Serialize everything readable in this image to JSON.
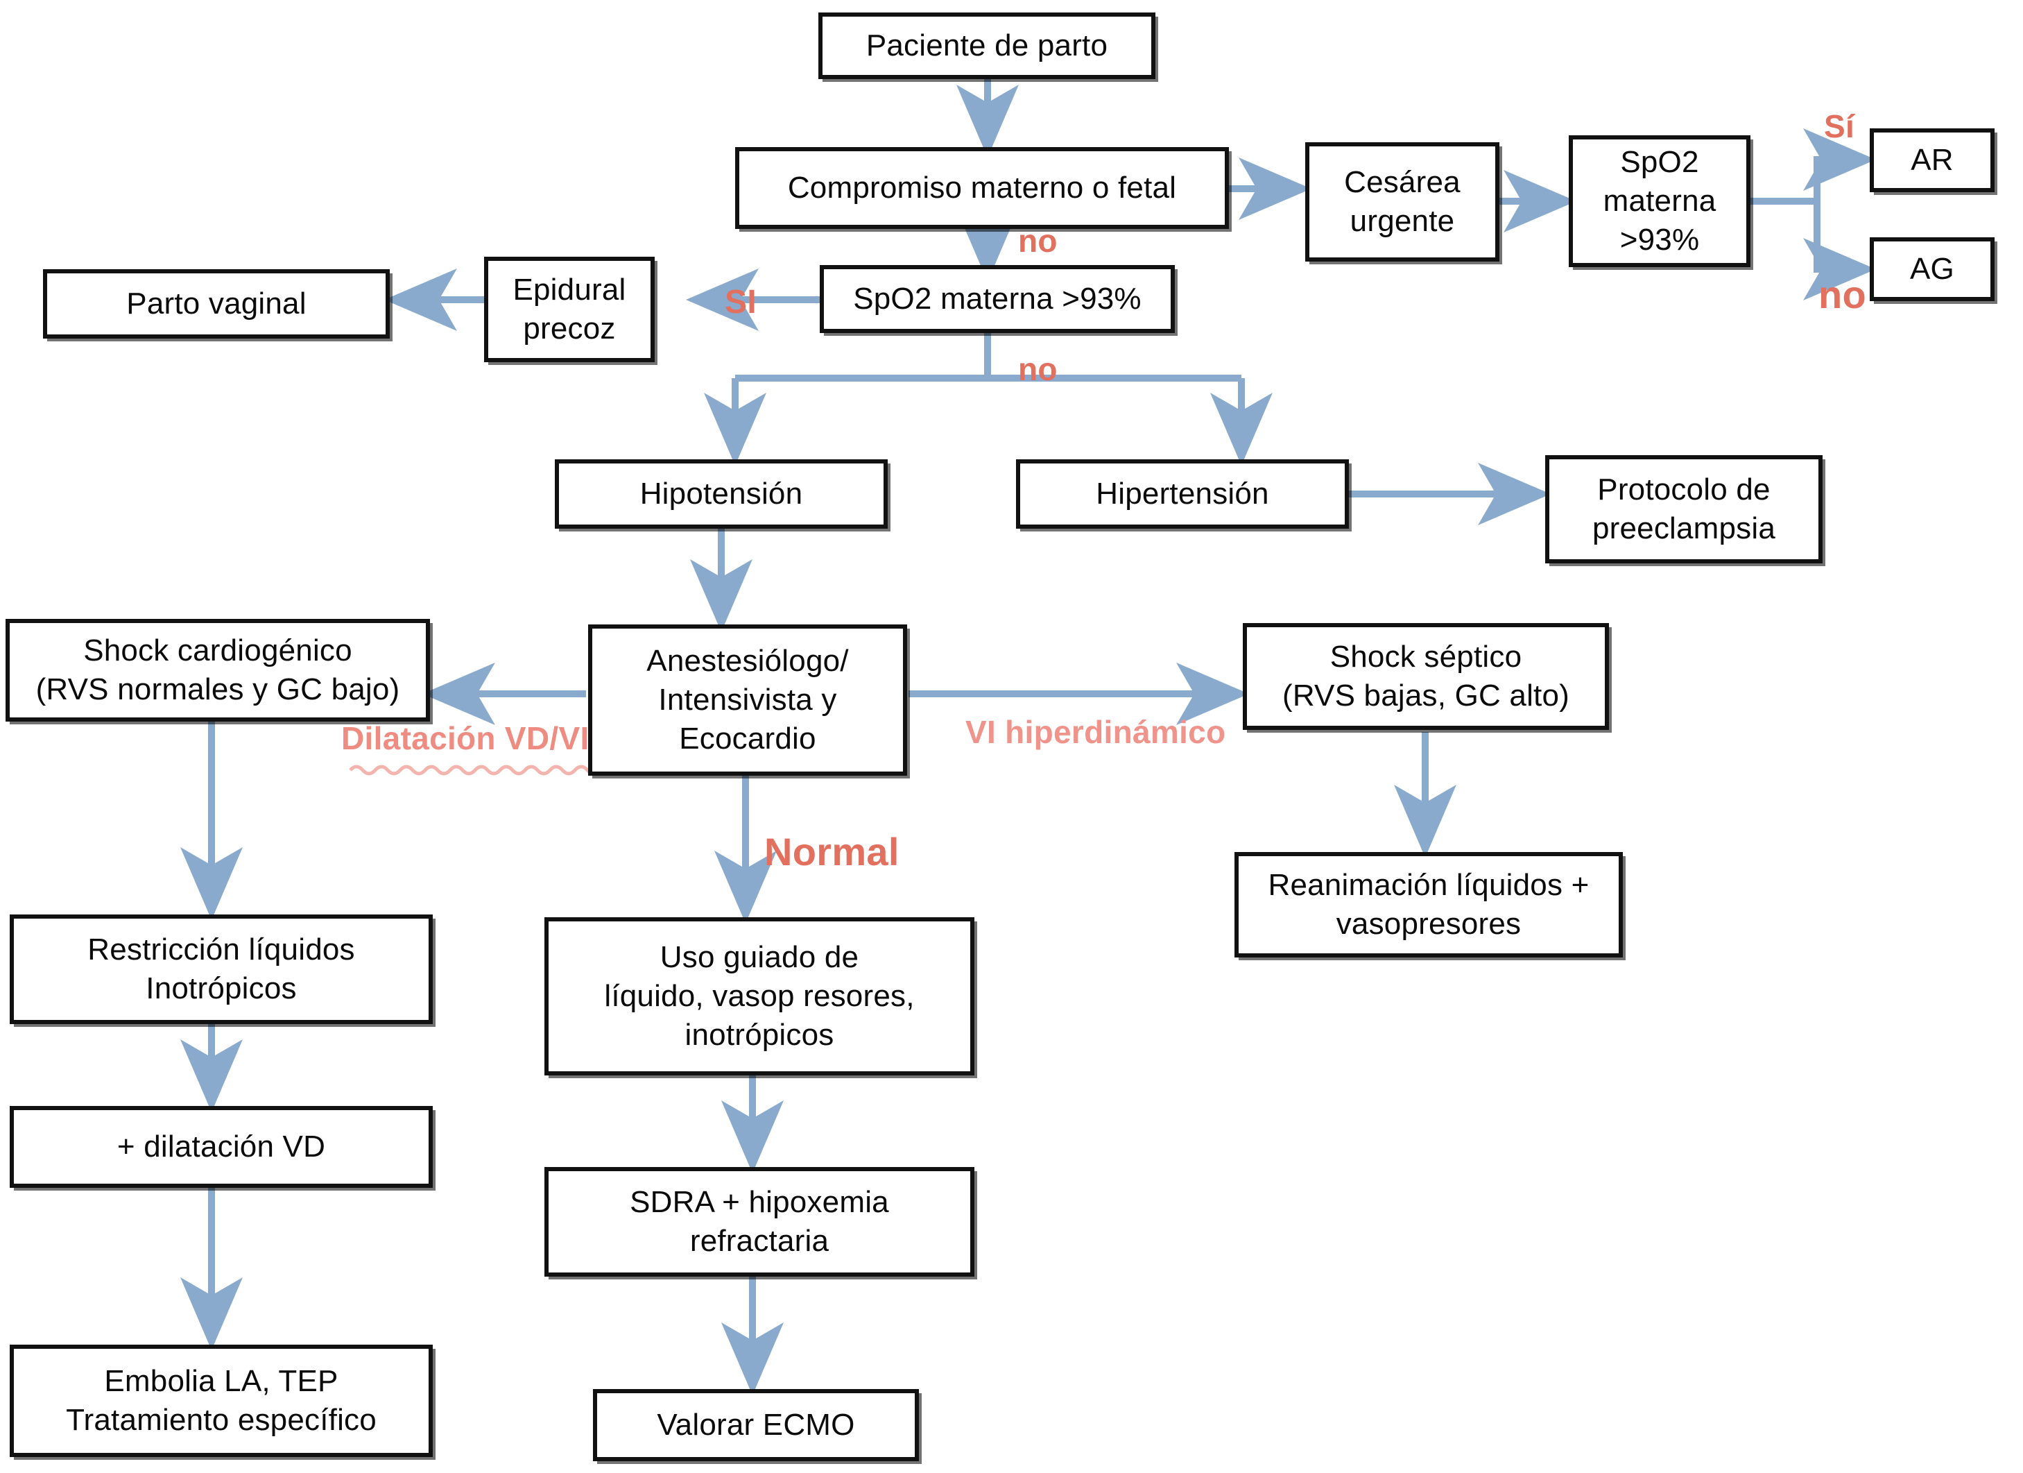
{
  "diagram": {
    "title": "Algoritmo de manejo de la paciente de parto",
    "accent_arrow_color": "#8aaacd",
    "label_color": "#e2705f",
    "box_border_color": "#111111",
    "background": "#ffffff"
  },
  "nodes": {
    "paciente_parto": "Paciente de parto",
    "compromiso": "Compromiso materno o fetal",
    "cesarea": "Cesárea\nurgente",
    "spo2_cesarea": "SpO2\nmaterna\n>93%",
    "ar": "AR",
    "ag": "AG",
    "spo2_materna": "SpO2 materna >93%",
    "epidural": "Epidural\nprecoz",
    "parto_vaginal": "Parto vaginal",
    "hipotension": "Hipotensión",
    "hipertension": "Hipertensión",
    "preeclampsia": "Protocolo de\npreeclampsia",
    "shock_cardiogenico": "Shock cardiogénico\n(RVS normales y GC bajo)",
    "anestesiologo": "Anestesiólogo/\nIntensivista y\nEcocardio",
    "shock_septico": "Shock séptico\n(RVS bajas, GC alto)",
    "reanimacion": "Reanimación líquidos +\nvasopresores",
    "restriccion": "Restricción líquidos\nInotrópicos",
    "dilatacion_vd": "+ dilatación VD",
    "embolia": "Embolia LA, TEP\nTratamiento específico",
    "uso_guiado": "Uso guiado de\nlíquido, vasop resores,\ninotrópicos",
    "sdra": "SDRA + hipoxemia\nrefractaria",
    "ecmo": "Valorar  ECMO"
  },
  "edge_labels": {
    "si_spo2_cesarea": "Sí",
    "no_spo2_cesarea": "no",
    "no_compromiso": "no",
    "si_spo2_materna": "SI",
    "no_spo2_materna": "no",
    "dilatacion_vd_vi": "Dilatación VD/VI",
    "vi_hiperdinamico": "VI hiperdinámico",
    "normal": "Normal"
  },
  "flow": {
    "type": "flowchart",
    "edges": [
      {
        "from": "paciente_parto",
        "to": "compromiso",
        "label": ""
      },
      {
        "from": "compromiso",
        "to": "cesarea",
        "label": ""
      },
      {
        "from": "compromiso",
        "to": "spo2_materna",
        "label": "no"
      },
      {
        "from": "cesarea",
        "to": "spo2_cesarea",
        "label": ""
      },
      {
        "from": "spo2_cesarea",
        "to": "ar",
        "label": "Sí"
      },
      {
        "from": "spo2_cesarea",
        "to": "ag",
        "label": "no"
      },
      {
        "from": "spo2_materna",
        "to": "epidural",
        "label": "SI"
      },
      {
        "from": "epidural",
        "to": "parto_vaginal",
        "label": ""
      },
      {
        "from": "spo2_materna",
        "to": "hipotension",
        "label": "no"
      },
      {
        "from": "spo2_materna",
        "to": "hipertension",
        "label": "no"
      },
      {
        "from": "hipertension",
        "to": "preeclampsia",
        "label": ""
      },
      {
        "from": "hipotension",
        "to": "anestesiologo",
        "label": ""
      },
      {
        "from": "anestesiologo",
        "to": "shock_cardiogenico",
        "label": "Dilatación VD/VI"
      },
      {
        "from": "anestesiologo",
        "to": "shock_septico",
        "label": "VI hiperdinámico"
      },
      {
        "from": "anestesiologo",
        "to": "uso_guiado",
        "label": "Normal"
      },
      {
        "from": "shock_septico",
        "to": "reanimacion",
        "label": ""
      },
      {
        "from": "shock_cardiogenico",
        "to": "restriccion",
        "label": ""
      },
      {
        "from": "restriccion",
        "to": "dilatacion_vd",
        "label": ""
      },
      {
        "from": "dilatacion_vd",
        "to": "embolia",
        "label": ""
      },
      {
        "from": "uso_guiado",
        "to": "sdra",
        "label": ""
      },
      {
        "from": "sdra",
        "to": "ecmo",
        "label": ""
      }
    ]
  }
}
